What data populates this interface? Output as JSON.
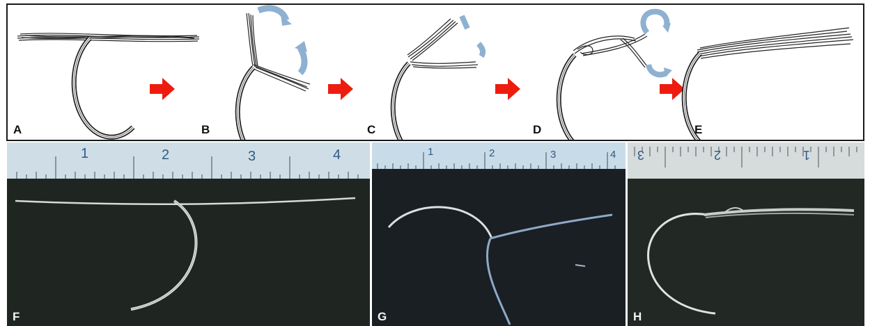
{
  "figure": {
    "steps": [
      {
        "label": "A"
      },
      {
        "label": "B"
      },
      {
        "label": "C"
      },
      {
        "label": "D"
      },
      {
        "label": "E"
      }
    ],
    "photos": [
      {
        "label": "F",
        "ruler_numbers": [
          "1",
          "2",
          "3",
          "4"
        ]
      },
      {
        "label": "G",
        "ruler_numbers": [
          "1",
          "2",
          "3",
          "4"
        ]
      },
      {
        "label": "H",
        "ruler_numbers": [
          "3",
          "2",
          "1"
        ]
      }
    ],
    "colors": {
      "arrow_red": "#ee1c0e",
      "curl_blue": "#8fb1d1",
      "ruler_bg": "#cfdde6",
      "ruler_text": "#2f5b85",
      "photo_dark": "#1e2320"
    }
  }
}
